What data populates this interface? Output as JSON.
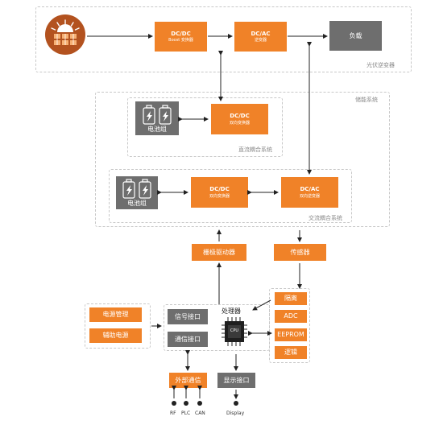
{
  "groups": {
    "pv_inverter": "光伏逆变器",
    "energy_storage": "储能系统",
    "dc_coupled": "直流耦合系统",
    "ac_coupled": "交流耦合系统"
  },
  "top_row": {
    "dcdc_boost_line1": "DC/DC",
    "dcdc_boost_line2": "Boost 变换器",
    "dcac_line1": "DC/AC",
    "dcac_line2": "逆变器",
    "load": "负载"
  },
  "dc_coupled": {
    "battery": "电池组",
    "dcdc_line1": "DC/DC",
    "dcdc_line2": "双向变换器"
  },
  "ac_coupled": {
    "battery": "电池组",
    "dcdc_line1": "DC/DC",
    "dcdc_line2": "双向变换器",
    "dcac_line1": "DC/AC",
    "dcac_line2": "双向逆变器"
  },
  "control": {
    "gate_driver": "栅极驱动器",
    "sensor": "传感器",
    "isolation": "隔离",
    "adc": "ADC",
    "eeprom": "EEPROM",
    "logic": "逻辑",
    "power_mgmt": "电源管理",
    "aux_power": "辅助电源",
    "signal_if": "信号接口",
    "comm_if": "通信接口",
    "processor": "处理器",
    "cpu": "CPU",
    "ext_comm": "外部通信",
    "display_if": "显示接口"
  },
  "terminals": {
    "rf": "RF",
    "plc": "PLC",
    "can": "CAN",
    "display": "Display"
  },
  "colors": {
    "orange": "#f08228",
    "gray": "#6e6e6e",
    "solar_bg": "#b3521f"
  }
}
